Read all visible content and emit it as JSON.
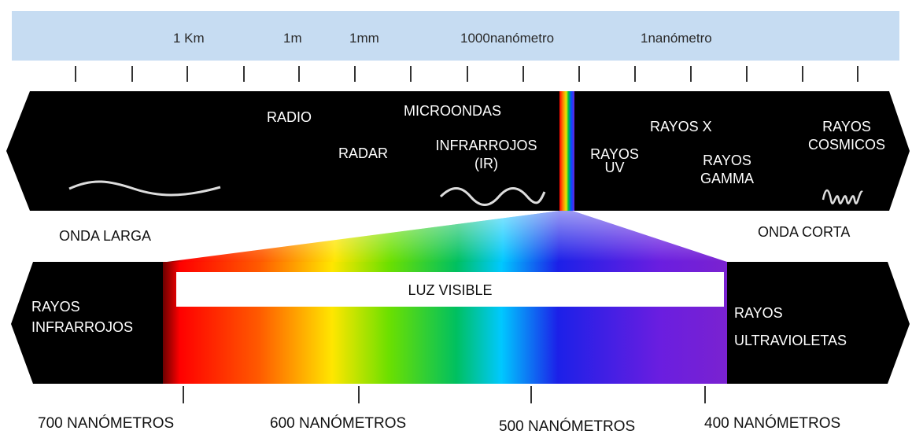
{
  "colors": {
    "scale_bar": "#c6dcf2",
    "band": "#000000",
    "text_on_band": "#ffffff",
    "page": "#ffffff"
  },
  "wavelength_scale": {
    "labels": [
      "1 Km",
      "1m",
      "1mm",
      "1000nanómetro",
      "1nanómetro"
    ]
  },
  "spectrum_band": {
    "labels": {
      "radio": "RADIO",
      "radar": "RADAR",
      "microondas": "MICROONDAS",
      "infrarrojos_1": "INFRARROJOS",
      "infrarrojos_2": "(IR)",
      "uv_1": "RAYOS",
      "uv_2": "UV",
      "rayos_x": "RAYOS X",
      "gamma_1": "RAYOS",
      "gamma_2": "GAMMA",
      "cosmicos_1": "RAYOS",
      "cosmicos_2": "COSMICOS"
    },
    "icons": [
      "long-wave-icon",
      "infrared-wave-icon",
      "short-wave-icon"
    ]
  },
  "side_labels": {
    "long_wave": "ONDA LARGA",
    "short_wave": "ONDA CORTA"
  },
  "visible_band": {
    "title": "LUZ VISIBLE",
    "left_1": "RAYOS",
    "left_2": "INFRARROJOS",
    "right_1": "RAYOS",
    "right_2": "ULTRAVIOLETAS"
  },
  "nanometer_scale": {
    "labels": [
      "700 NANÓMETROS",
      "600 NANÓMETROS",
      "500 NANÓMETROS",
      "400 NANÓMETROS"
    ]
  }
}
